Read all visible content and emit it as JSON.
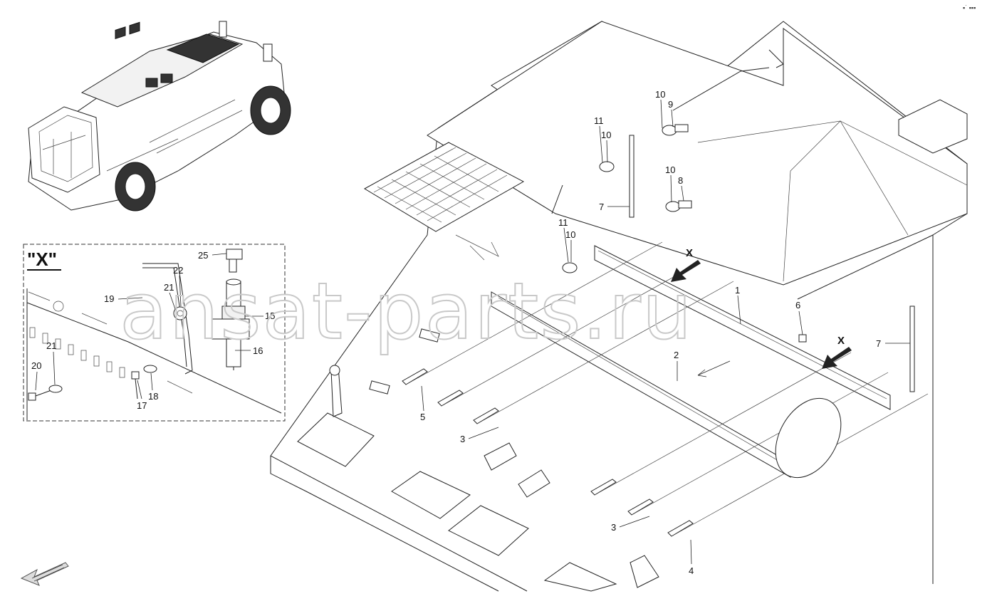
{
  "corner_mark": "▪˙ ▪▪▪",
  "watermark": "ansat-parts.ru",
  "detail": {
    "title": "\"X\""
  },
  "callouts_main": [
    "1",
    "2",
    "3",
    "3",
    "4",
    "5",
    "6",
    "7",
    "7",
    "8",
    "9",
    "10",
    "10",
    "10",
    "10",
    "11",
    "11",
    "X",
    "X"
  ],
  "callouts_detail": [
    "15",
    "16",
    "17",
    "18",
    "19",
    "20",
    "21",
    "21",
    "22",
    "25"
  ]
}
